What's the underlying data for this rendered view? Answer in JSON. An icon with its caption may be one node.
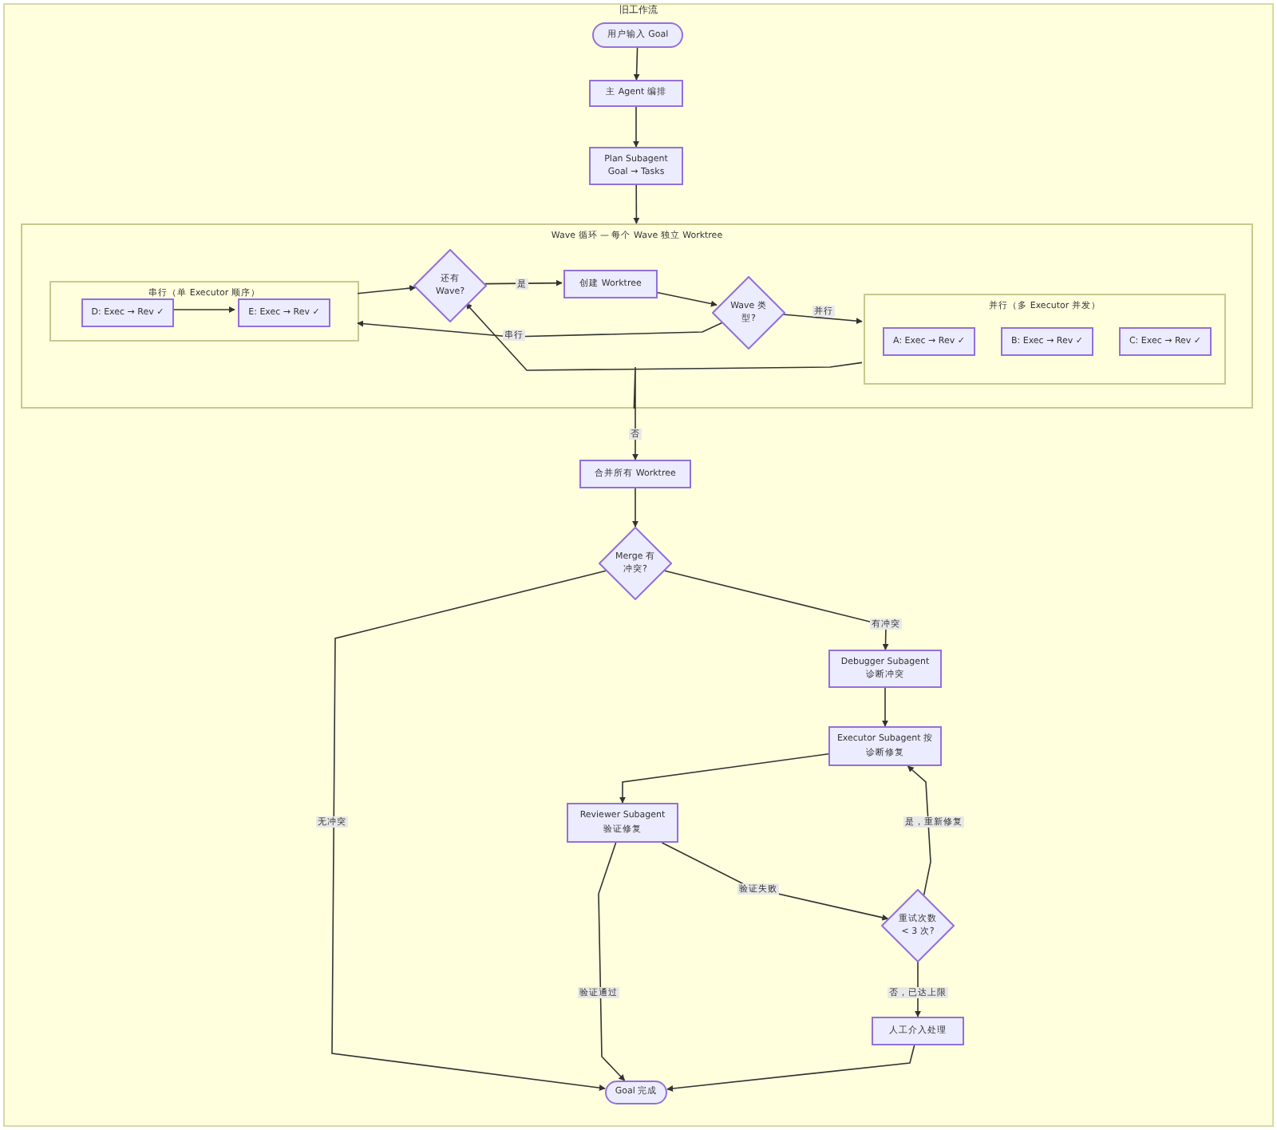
{
  "diagram": {
    "title": "旧工作流",
    "nodes": [
      {
        "text": [
          "用户输入 Goal"
        ]
      },
      {
        "text": [
          "主 Agent 编排"
        ]
      },
      {
        "text": [
          "Plan Subagent Goal → Tasks"
        ]
      },
      {
        "text": [
          "Wave 循环 — 每个 Wave 独立 Worktree"
        ]
      },
      {
        "text": [
          "串行（单 Executor 顺序）"
        ],
        "in": 3
      },
      {
        "text": [
          "D: Exec → Rev ✓"
        ],
        "in": 4
      },
      {
        "text": [
          "E: Exec → Rev ✓"
        ],
        "in": 4
      },
      {
        "text": [
          "还有 Wave?"
        ],
        "in": 3
      },
      {
        "text": [
          "创建 Worktree"
        ],
        "in": 3
      },
      {
        "text": [
          "Wave 类型?"
        ],
        "in": 3
      },
      {
        "text": [
          "并行（多 Executor 并发）"
        ],
        "in": 3
      },
      {
        "text": [
          "A: Exec → Rev ✓"
        ],
        "in": 10
      },
      {
        "text": [
          "B: Exec → Rev ✓"
        ],
        "in": 10
      },
      {
        "text": [
          "C: Exec → Rev ✓"
        ],
        "in": 10
      },
      {
        "text": [
          "合并所有 Worktree"
        ]
      },
      {
        "text": [
          "Merge 有冲突?"
        ]
      },
      {
        "text": [
          "Debugger Subagent 诊断冲突"
        ]
      },
      {
        "text": [
          "Executor Subagent 按诊断修复"
        ]
      },
      {
        "text": [
          "Reviewer Subagent 验证修复"
        ]
      },
      {
        "text": [
          "重试次数 < 3 次?"
        ]
      },
      {
        "text": [
          "人工介入处理"
        ]
      },
      {
        "text": [
          "Goal 完成"
        ]
      }
    ],
    "edges": [
      {
        "from": 0,
        "to": 1,
        "arrow": "to"
      },
      {
        "from": 1,
        "to": 2,
        "arrow": "to"
      },
      {
        "from": 2,
        "to": 3,
        "arrow": "to"
      },
      {
        "from": 4,
        "to": 7,
        "arrow": "to"
      },
      {
        "from": 5,
        "to": 6,
        "arrow": "to"
      },
      {
        "from": 7,
        "to": 8,
        "arrow": "to",
        "label": "是"
      },
      {
        "from": 8,
        "to": 9,
        "arrow": "to"
      },
      {
        "from": 9,
        "to": 10,
        "arrow": "to",
        "label": "并行"
      },
      {
        "from": 9,
        "to": 4,
        "arrow": "to",
        "label": "串行"
      },
      {
        "from": 10,
        "to": 7,
        "arrow": "to"
      },
      {
        "from": 3,
        "to": 14,
        "arrow": "to",
        "label": "否"
      },
      {
        "from": 14,
        "to": 15,
        "arrow": "to"
      },
      {
        "from": 15,
        "to": 16,
        "arrow": "to",
        "label": "有冲突"
      },
      {
        "from": 15,
        "to": 21,
        "arrow": "to",
        "label": "无冲突"
      },
      {
        "from": 16,
        "to": 17,
        "arrow": "to"
      },
      {
        "from": 17,
        "to": 18,
        "arrow": "to"
      },
      {
        "from": 18,
        "to": 19,
        "arrow": "to",
        "label": "验证失败"
      },
      {
        "from": 18,
        "to": 21,
        "arrow": "to",
        "label": "验证通过"
      },
      {
        "from": 19,
        "to": 17,
        "arrow": "to",
        "label": "是，重新修复"
      },
      {
        "from": 19,
        "to": 20,
        "arrow": "to",
        "label": "否，已达上限"
      },
      {
        "from": 20,
        "to": 21,
        "arrow": "to"
      }
    ]
  }
}
